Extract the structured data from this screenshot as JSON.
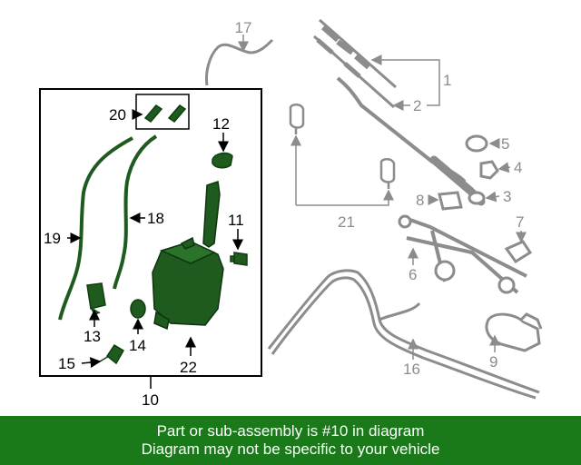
{
  "colors": {
    "banner_bg": "#1a7a1a",
    "banner_text": "#ffffff",
    "highlight_part": "#1f5a1f",
    "highlight_part_dark": "#123d12",
    "background_part": "#8c8c8c",
    "frame": "#000000"
  },
  "callouts": [
    {
      "id": "1",
      "label": "1"
    },
    {
      "id": "2",
      "label": "2"
    },
    {
      "id": "3",
      "label": "3"
    },
    {
      "id": "4",
      "label": "4"
    },
    {
      "id": "5",
      "label": "5"
    },
    {
      "id": "6",
      "label": "6"
    },
    {
      "id": "7",
      "label": "7"
    },
    {
      "id": "8",
      "label": "8"
    },
    {
      "id": "9",
      "label": "9"
    },
    {
      "id": "10",
      "label": "10"
    },
    {
      "id": "11",
      "label": "11"
    },
    {
      "id": "12",
      "label": "12"
    },
    {
      "id": "13",
      "label": "13"
    },
    {
      "id": "14",
      "label": "14"
    },
    {
      "id": "15",
      "label": "15"
    },
    {
      "id": "16",
      "label": "16"
    },
    {
      "id": "17",
      "label": "17"
    },
    {
      "id": "18",
      "label": "18"
    },
    {
      "id": "19",
      "label": "19"
    },
    {
      "id": "20",
      "label": "20"
    },
    {
      "id": "21",
      "label": "21"
    },
    {
      "id": "22",
      "label": "22"
    }
  ],
  "banner": {
    "line1": "Part or sub-assembly is #10 in diagram",
    "line2": "Diagram may not be specific to your vehicle"
  }
}
